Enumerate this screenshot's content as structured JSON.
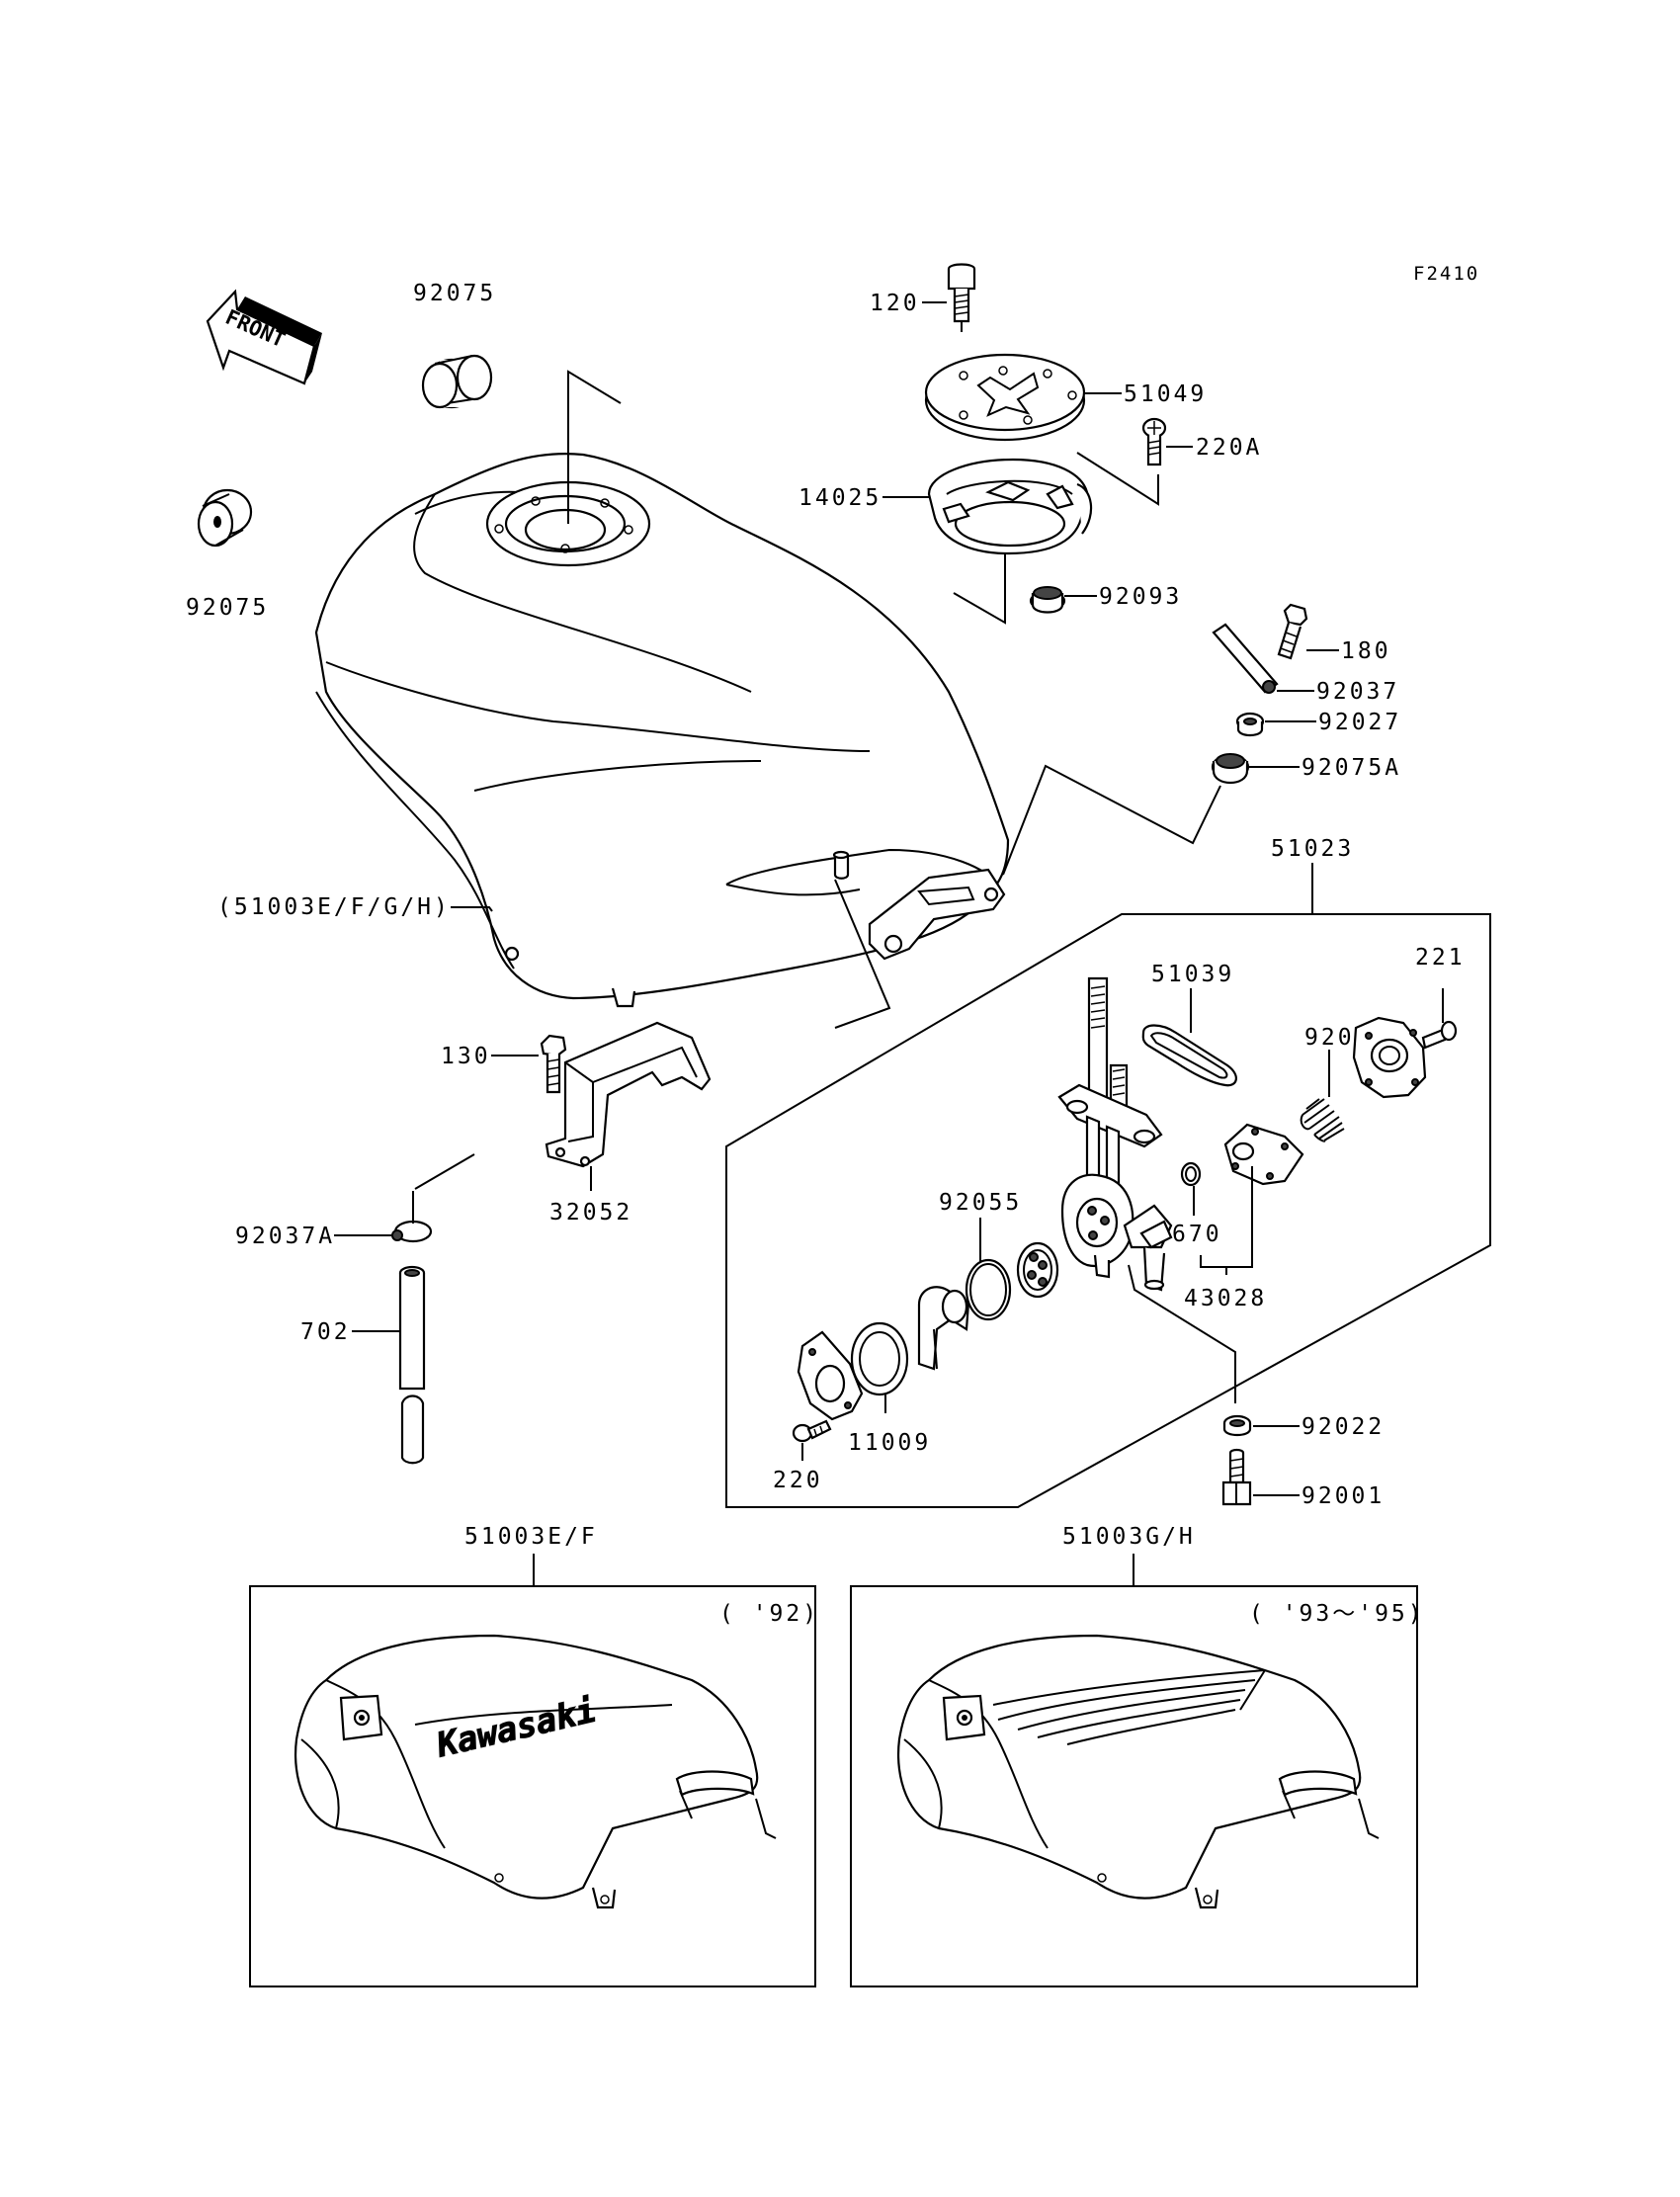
{
  "figure_code": "F2410",
  "front_arrow_label": "FRONT",
  "labels": {
    "p92075_top": "92075",
    "p92075_left": "92075",
    "p120": "120",
    "p51049": "51049",
    "p220A": "220A",
    "p14025": "14025",
    "p92093": "92093",
    "p180": "180",
    "p92037": "92037",
    "p92027": "92027",
    "p92075A": "92075A",
    "p51023": "51023",
    "p51003_main": "(51003E/F/G/H)",
    "p221": "221",
    "p51039": "51039",
    "p92081": "92081",
    "p130": "130",
    "p32052": "32052",
    "p92055": "92055",
    "p670": "670",
    "p43028": "43028",
    "p92037A": "92037A",
    "p702": "702",
    "p11009": "11009",
    "p220": "220",
    "p92022": "92022",
    "p92001": "92001",
    "p51003EF": "51003E/F",
    "p51003GH": "51003G/H"
  },
  "variants": {
    "left_year": "( '92)",
    "right_year": "( '93～'95)",
    "left_logo": "Kawasaki"
  }
}
